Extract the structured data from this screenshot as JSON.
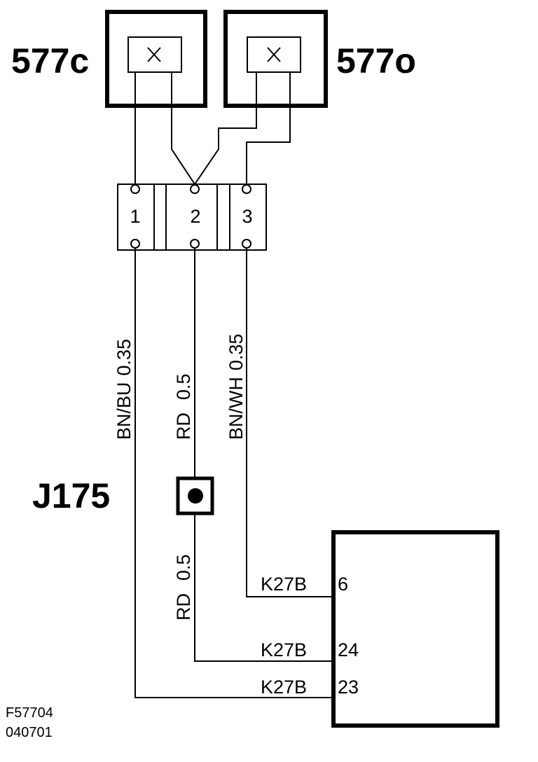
{
  "components": {
    "left_connector_label": "577c",
    "right_connector_label": "577o",
    "splice_label": "J175",
    "block_pins": [
      "1",
      "2",
      "3"
    ]
  },
  "wires": [
    {
      "color": "BN/BU",
      "gauge": "0.35"
    },
    {
      "color": "RD",
      "gauge": "0.5"
    },
    {
      "color": "BN/WH",
      "gauge": "0.35"
    },
    {
      "color": "RD",
      "gauge": "0.5"
    }
  ],
  "module": {
    "connectors": [
      {
        "name": "K27B",
        "pin": "6"
      },
      {
        "name": "K27B",
        "pin": "24"
      },
      {
        "name": "K27B",
        "pin": "23"
      }
    ]
  },
  "footer": {
    "figure_id": "F57704",
    "date_code": "040701"
  }
}
